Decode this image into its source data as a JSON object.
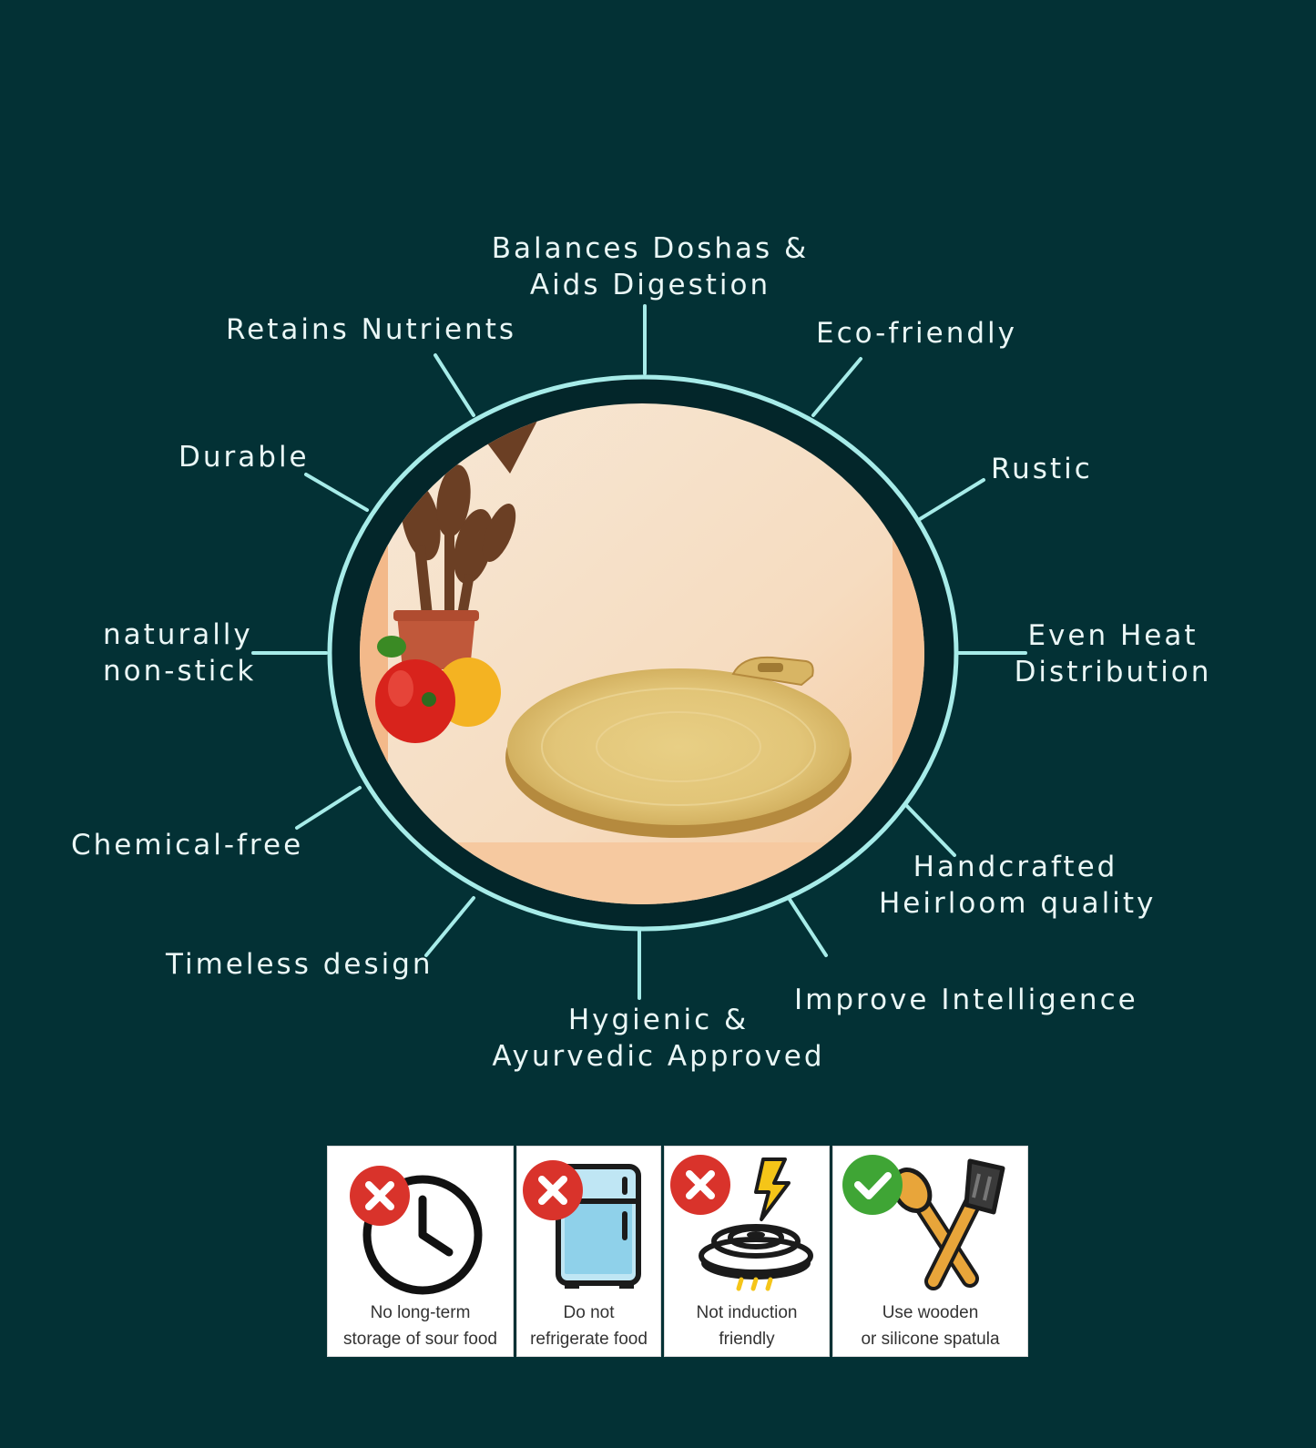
{
  "features": {
    "balances": {
      "line1": "Balances Doshas &",
      "line2": "Aids Digestion"
    },
    "retains": "Retains Nutrients",
    "eco": "Eco-friendly",
    "durable": "Durable",
    "rustic": "Rustic",
    "naturally": {
      "line1": "naturally",
      "line2": "non-stick"
    },
    "even_heat": {
      "line1": "Even Heat",
      "line2": "Distribution"
    },
    "chemical": "Chemical-free",
    "handcrafted": {
      "line1": "Handcrafted",
      "line2": "Heirloom quality"
    },
    "timeless": "Timeless design",
    "improve": "Improve Intelligence",
    "hygienic": {
      "line1": "Hygienic &",
      "line2": "Ayurvedic Approved"
    }
  },
  "care": [
    {
      "line1": "No long-term",
      "line2": "storage of sour food",
      "status": "not-allowed",
      "icon": "clock-icon"
    },
    {
      "line1": "Do not",
      "line2": "refrigerate food",
      "status": "not-allowed",
      "icon": "fridge-icon"
    },
    {
      "line1": "Not induction",
      "line2": "friendly",
      "status": "not-allowed",
      "icon": "induction-icon"
    },
    {
      "line1": "Use wooden",
      "line2": "or silicone spatula",
      "status": "allowed",
      "icon": "spatula-icon"
    }
  ],
  "colors": {
    "background": "#033135",
    "ring": "#a7ece9",
    "text": "#eaf7f6",
    "cross": "#d9332b",
    "check": "#3fa535"
  }
}
